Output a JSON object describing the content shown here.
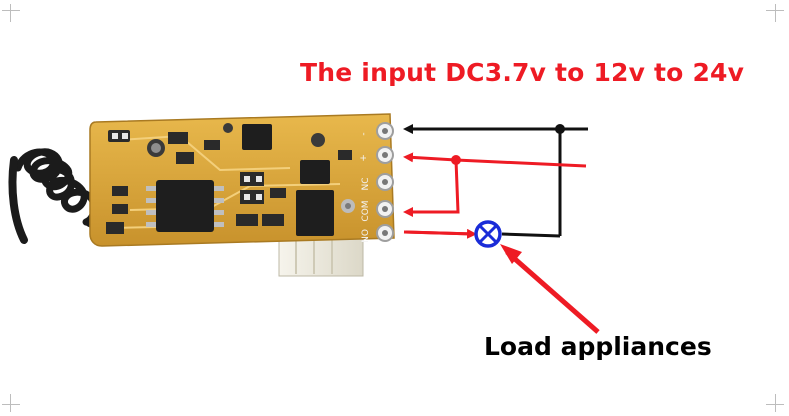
{
  "title": "The input DC3.7v to 12v to 24v",
  "load_label": "Load appliances",
  "pins": {
    "no": "NO",
    "com": "COM",
    "nc": "NC",
    "plus": "+",
    "minus": "-"
  },
  "colors": {
    "title": "#ee1b24",
    "label": "#000000",
    "positive_wire": "#ee1b24",
    "negative_wire": "#111111",
    "lamp": "#1a2cd8",
    "pcb": "#d9a53a",
    "relay_housing": "#f1efe6"
  },
  "icons": {
    "lamp": "lamp-symbol-icon",
    "antenna": "coiled-antenna-icon"
  }
}
